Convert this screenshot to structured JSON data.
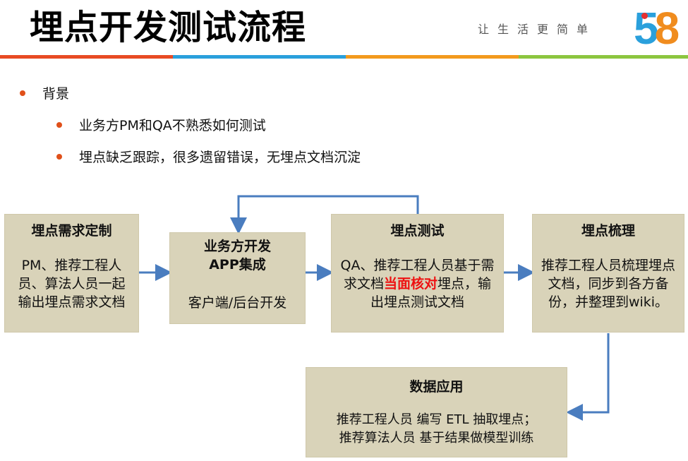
{
  "header": {
    "title": "埋点开发测试流程",
    "slogan": "让生活更简单",
    "logo": "58"
  },
  "colors": {
    "stripe": [
      "#e84b24",
      "#2aa0dc",
      "#f39a1d",
      "#8cc63f"
    ],
    "box_fill": "#d9d3b9",
    "arrow": "#4a7dbf",
    "highlight": "#ee1111",
    "bullet": "#e0501a"
  },
  "background": {
    "label": "背景",
    "items": [
      "业务方PM和QA不熟悉如何测试",
      "埋点缺乏跟踪，很多遗留错误，无埋点文档沉淀"
    ]
  },
  "flow": {
    "requirement": {
      "title": "埋点需求定制",
      "body": "PM、推荐工程人员、算法人员一起输出埋点需求文档"
    },
    "develop": {
      "title1": "业务方开发",
      "title2": "APP集成",
      "body": "客户端/后台开发"
    },
    "test": {
      "title": "埋点测试",
      "body_before": "QA、推荐工程人员基于需求文档",
      "body_highlight": "当面核对",
      "body_after": "埋点，输出埋点测试文档"
    },
    "organize": {
      "title": "埋点梳理",
      "body": "推荐工程人员梳理埋点文档，同步到各方备份，并整理到wiki。"
    },
    "apply": {
      "title": "数据应用",
      "line1": "推荐工程人员 编写 ETL 抽取埋点；",
      "line2": "推荐算法人员 基于结果做模型训练"
    }
  }
}
